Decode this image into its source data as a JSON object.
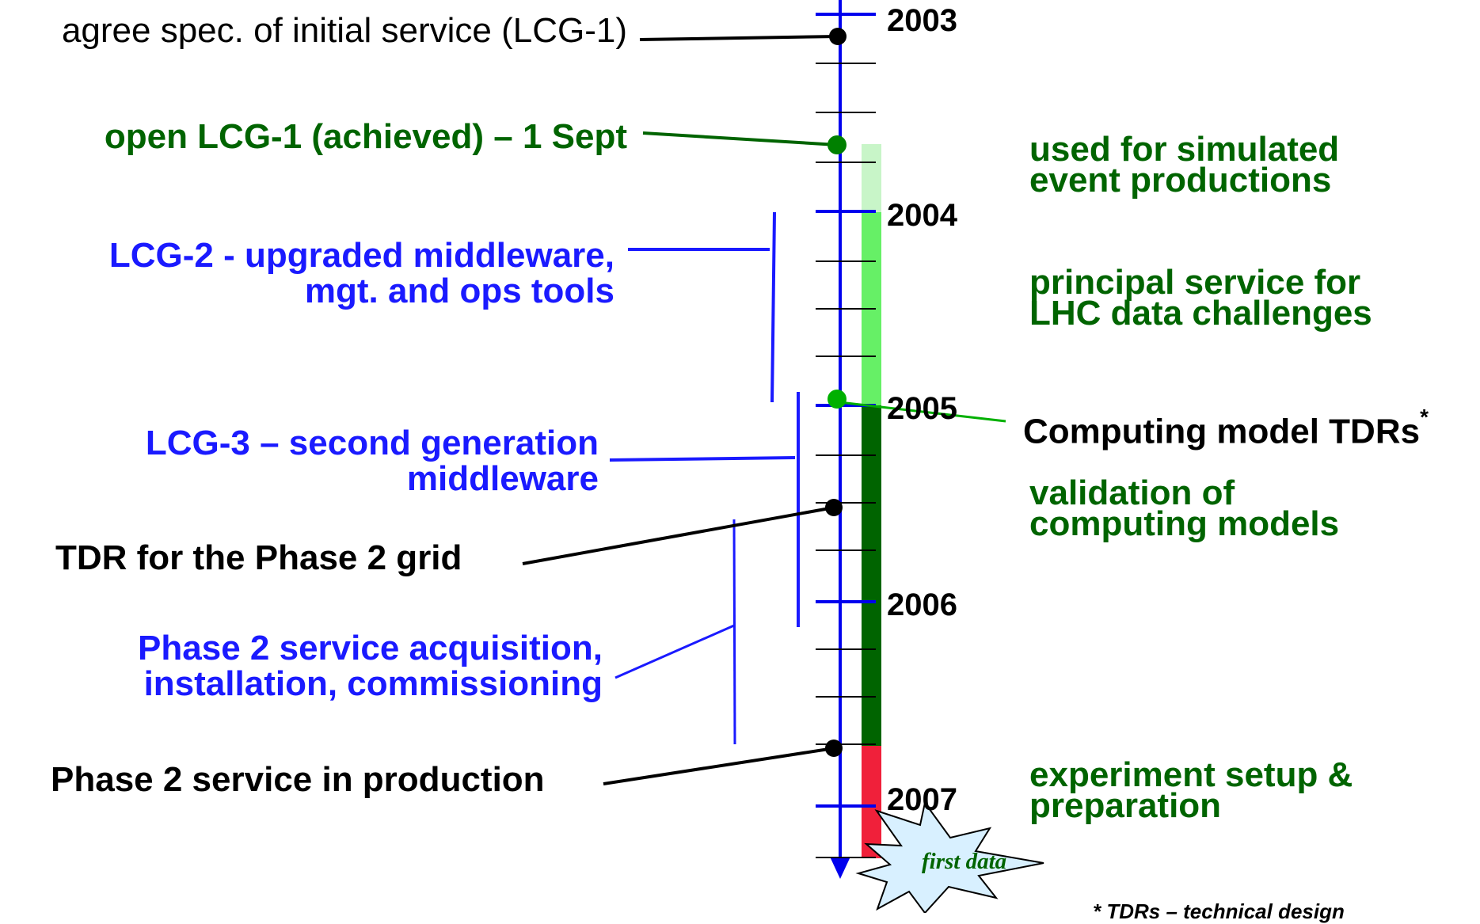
{
  "years": [
    "2003",
    "2004",
    "2005",
    "2006",
    "2007"
  ],
  "left_labels": {
    "agree_spec": "agree spec. of initial service (LCG-1)",
    "open_lcg1": "open LCG-1 (achieved) – 1 Sept",
    "lcg2_line1": "LCG-2 - upgraded middleware,",
    "lcg2_line2": "mgt. and ops tools",
    "lcg3_line1": "LCG-3 – second generation",
    "lcg3_line2": "middleware",
    "tdr_phase2": "TDR for the Phase 2 grid",
    "acq_line1": "Phase 2 service acquisition,",
    "acq_line2": "installation, commissioning",
    "production": "Phase 2 service in production"
  },
  "right_labels": {
    "sim_line1": "used for simulated",
    "sim_line2": "event productions",
    "principal_line1": "principal service for",
    "principal_line2": "LHC data challenges",
    "tdrs": "Computing model TDRs",
    "tdrs_mark": "*",
    "validation_line1": "validation of",
    "validation_line2": "computing models",
    "setup_line1": "experiment setup &",
    "setup_line2": "preparation",
    "first_data": "first data",
    "footnote": "* TDRs – technical design"
  },
  "colors": {
    "axis": "#0000ee",
    "lcg_brace": "#1a1aff",
    "green_text": "#006400",
    "phase_light": "#c8f5c8",
    "phase_mid": "#66f066",
    "phase_dark": "#006400",
    "phase_red": "#f0203a",
    "star_fill": "#d8f0ff"
  }
}
